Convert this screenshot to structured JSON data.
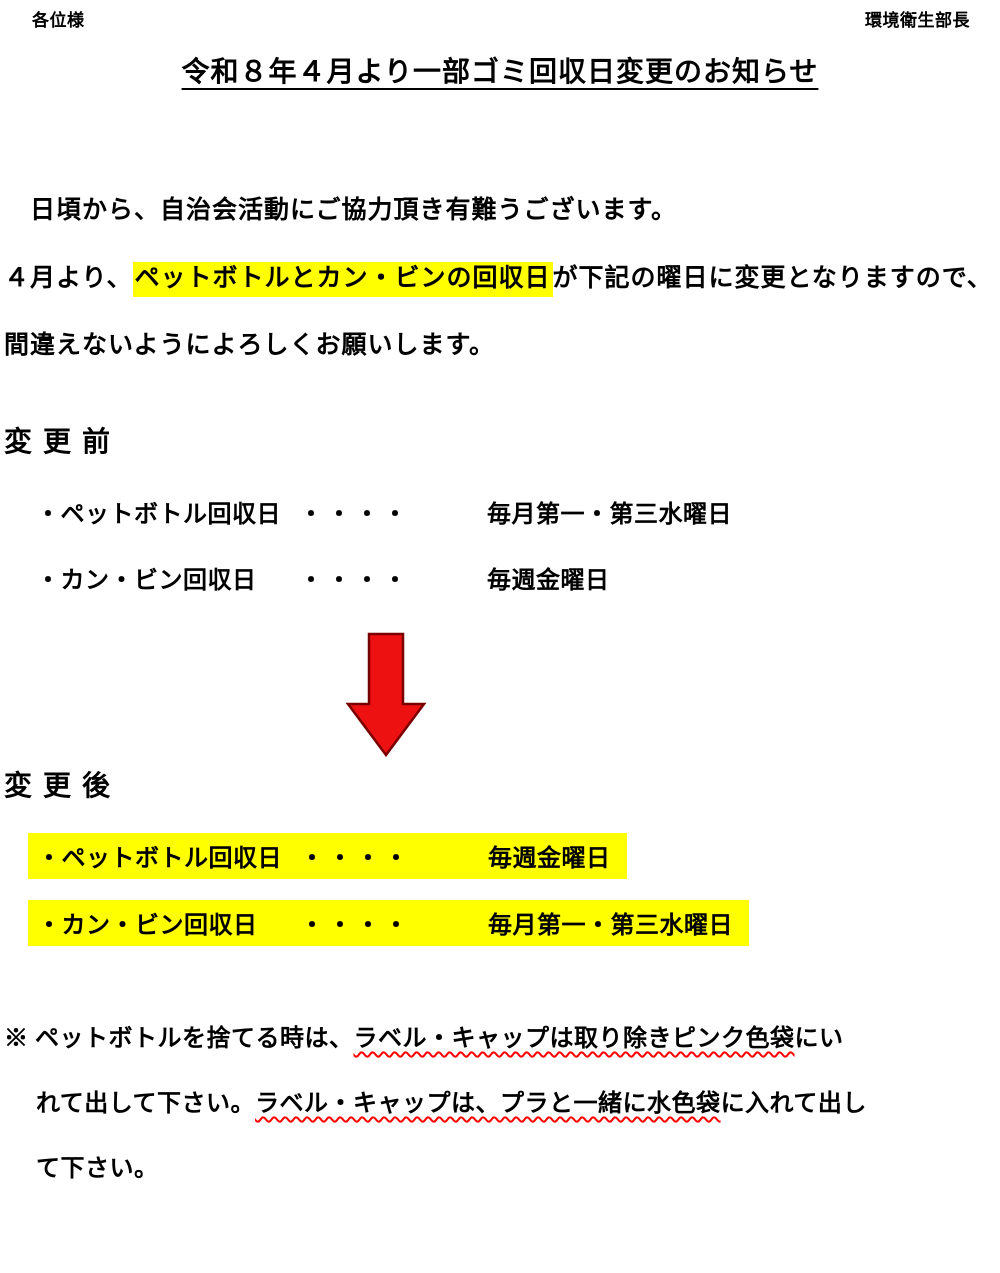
{
  "header": {
    "left": "各位様",
    "right": "環境衛生部長"
  },
  "title": "令和８年４月より一部ゴミ回収日変更のお知らせ",
  "intro": {
    "line1": "　日頃から、自治会活動にご協力頂き有難うございます。",
    "line2_pre": "４月より、",
    "line2_highlight": "ペットボトルとカン・ビンの回収日",
    "line2_post": "が下記の曜日に変更となりますので、",
    "line3": "間違えないようによろしくお願いします。"
  },
  "before": {
    "heading": "変 更 前",
    "items": [
      {
        "label": "・ペットボトル回収日",
        "dots": "・・・・",
        "value": "毎月第一・第三水曜日"
      },
      {
        "label": "・カン・ビン回収日",
        "dots": "・・・・",
        "value": "毎週金曜日"
      }
    ]
  },
  "after": {
    "heading": "変 更 後",
    "items": [
      {
        "label": "・ペットボトル回収日",
        "dots": "・・・・",
        "value": "毎週金曜日"
      },
      {
        "label": "・カン・ビン回収日",
        "dots": "・・・・",
        "value": "毎月第一・第三水曜日"
      }
    ]
  },
  "note": {
    "line1_pre": "※ ペットボトルを捨てる時は、",
    "line1_wavy": "ラベル・キャップは取り除きピンク色袋",
    "line1_post": "にい",
    "line2_pre": "れて出して下さい。",
    "line2_wavy": "ラベル・キャップは、プラと一緒に水色袋",
    "line2_post": "に入れて出し",
    "line3": "て下さい。"
  },
  "colors": {
    "highlight": "#ffff00",
    "arrow_fill": "#ee1111",
    "arrow_outline": "#7a0000",
    "wavy_underline": "#ff0000"
  }
}
